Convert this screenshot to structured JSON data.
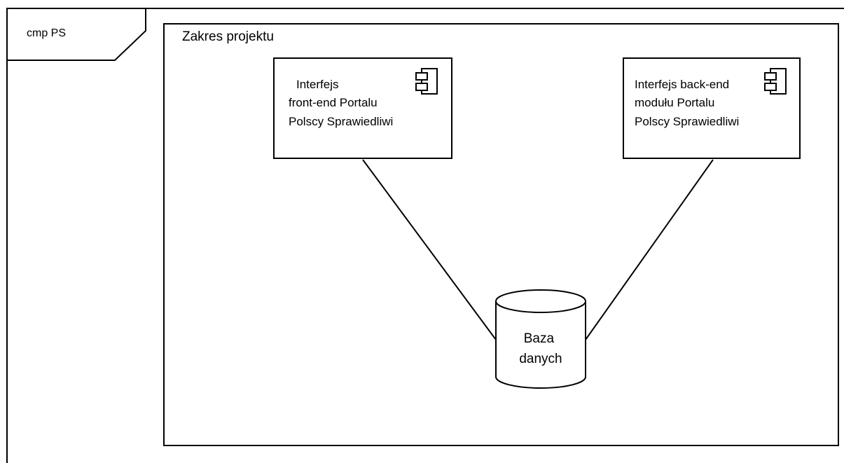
{
  "frame": {
    "label": "cmp PS"
  },
  "package": {
    "label": "Zakres projektu"
  },
  "components": [
    {
      "lines": [
        "Interfejs",
        "front-end Portalu",
        "Polscy Sprawiedliwi"
      ],
      "icon": "component-icon"
    },
    {
      "lines": [
        "Interfejs back-end",
        "modułu Portalu",
        "Polscy Sprawiedliwi"
      ],
      "icon": "component-icon"
    }
  ],
  "database": {
    "lines": [
      "Baza",
      "danych"
    ],
    "icon": "database-cylinder"
  }
}
